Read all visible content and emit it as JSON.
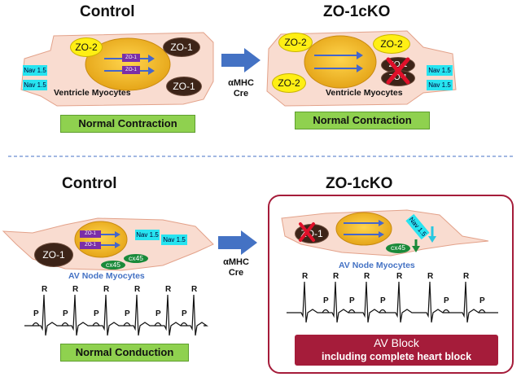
{
  "top": {
    "control_title": "Control",
    "ko_title": "ZO-1cKO",
    "arrow_label_1": "αMHC",
    "arrow_label_2": "Cre",
    "control_cell": {
      "zo2": "ZO-2",
      "zo1_a": "ZO-1",
      "zo1_b": "ZO-1",
      "nav_a": "Nav 1.5",
      "nav_b": "Nav 1.5",
      "nucleus_zo1_a": "ZO-1",
      "nucleus_zo1_b": "ZO-1",
      "cell_label": "Ventricle Myocytes",
      "result": "Normal Contraction"
    },
    "ko_cell": {
      "zo2_a": "ZO-2",
      "zo2_b": "ZO-2",
      "zo2_c": "ZO-2",
      "zo1_crossed_a": "ZO-1",
      "zo1_crossed_b": "ZO-1",
      "nav_a": "Nav 1.5",
      "nav_b": "Nav 1.5",
      "cell_label": "Ventricle Myocytes",
      "result": "Normal Contraction"
    }
  },
  "bottom": {
    "control_title": "Control",
    "ko_title": "ZO-1cKO",
    "arrow_label_1": "αMHC",
    "arrow_label_2": "Cre",
    "control_cell": {
      "zo1": "ZO-1",
      "nucleus_zo1_a": "ZO-1",
      "nucleus_zo1_b": "ZO-1",
      "nav_a": "Nav 1.5",
      "nav_b": "Nav 1.5",
      "cx_a": "cx45",
      "cx_b": "cx45",
      "cell_label": "AV Node Myocytes",
      "result": "Normal Conduction"
    },
    "ko_cell": {
      "zo1_crossed": "ZO-1",
      "nav": "Nav 1.5",
      "cx": "cx45",
      "cell_label": "AV Node Myocytes",
      "block_line1": "AV Block",
      "block_line2": "including complete heart block"
    },
    "ecg_labels": {
      "r": "R",
      "p": "P"
    }
  },
  "colors": {
    "cell_fill": "#f9dcd0",
    "nucleus": "#f0b323",
    "zo1": "#3d2418",
    "zo2": "#ffef14",
    "nav": "#27e4f0",
    "cx45": "#1a8a3a",
    "green_badge": "#8fd14f",
    "red_box": "#a51c3a",
    "arrow_blue": "#4472c4",
    "av_label_blue": "#4472c4"
  }
}
